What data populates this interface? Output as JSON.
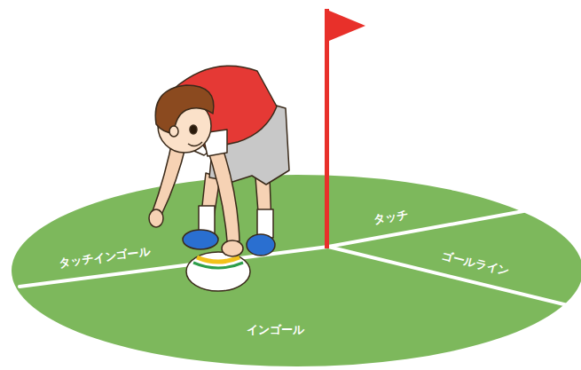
{
  "diagram": {
    "labels": [
      "タッチインゴール",
      "タッチ",
      "ゴールライン",
      "インゴール"
    ]
  }
}
